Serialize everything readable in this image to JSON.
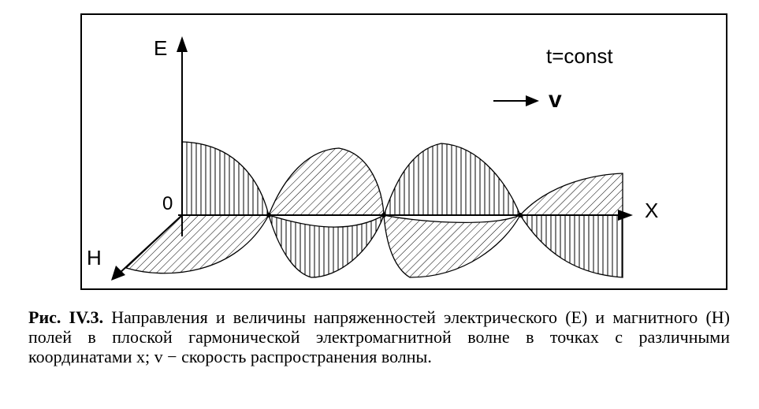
{
  "diagram": {
    "axis_e_label": "E",
    "axis_x_label": "X",
    "axis_h_label": "H",
    "origin_label": "0",
    "time_label": "t=const",
    "velocity_label": "v"
  },
  "caption": {
    "figure_number": "Рис. IV.3.",
    "text": "Направления и величины напряженностей электрического (E) и магнитного (H) полей в плоской гармонической электромагнитной волне в точках с различными координатами x; v − скорость распространения волны."
  },
  "colors": {
    "ink": "#000000",
    "background": "#ffffff"
  }
}
